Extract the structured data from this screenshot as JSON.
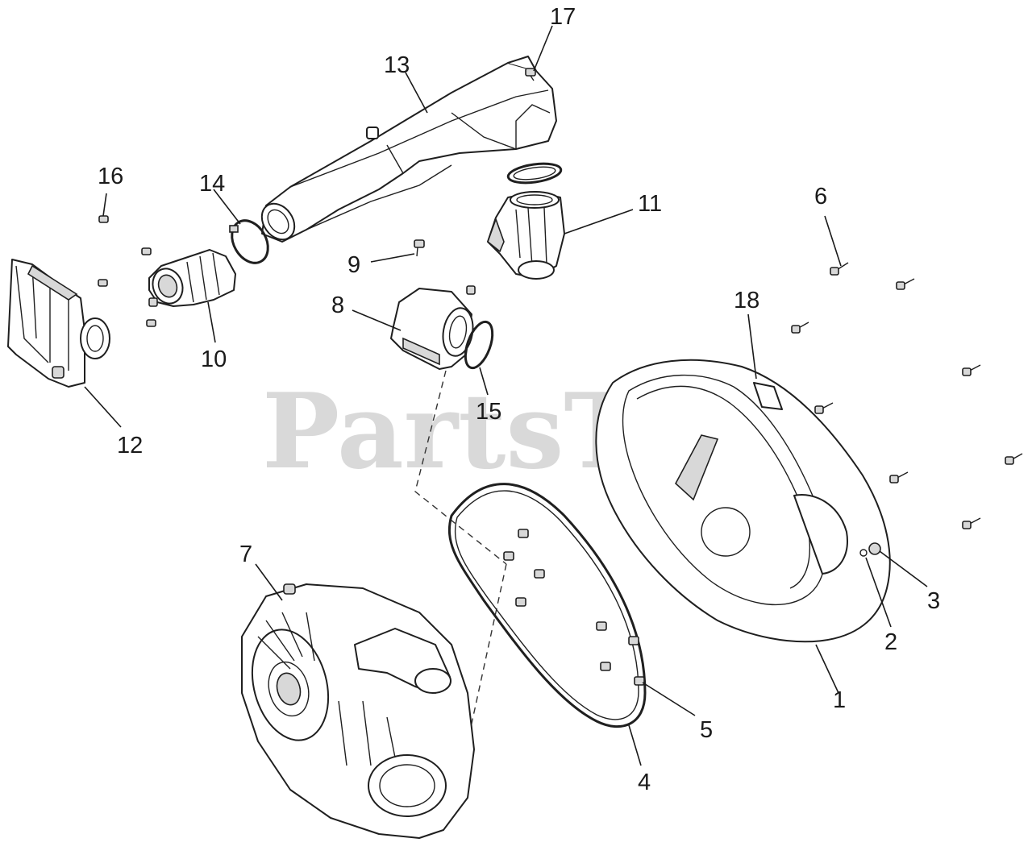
{
  "watermark": "PartsTree",
  "callouts": [
    {
      "id": "1",
      "text": "1"
    },
    {
      "id": "2",
      "text": "2"
    },
    {
      "id": "3",
      "text": "3"
    },
    {
      "id": "4",
      "text": "4"
    },
    {
      "id": "5",
      "text": "5"
    },
    {
      "id": "6",
      "text": "6"
    },
    {
      "id": "7",
      "text": "7"
    },
    {
      "id": "8",
      "text": "8"
    },
    {
      "id": "9",
      "text": "9"
    },
    {
      "id": "10",
      "text": "10"
    },
    {
      "id": "11",
      "text": "11"
    },
    {
      "id": "12",
      "text": "12"
    },
    {
      "id": "13",
      "text": "13"
    },
    {
      "id": "14",
      "text": "14"
    },
    {
      "id": "15",
      "text": "15"
    },
    {
      "id": "16",
      "text": "16"
    },
    {
      "id": "17",
      "text": "17"
    },
    {
      "id": "18",
      "text": "18"
    }
  ]
}
